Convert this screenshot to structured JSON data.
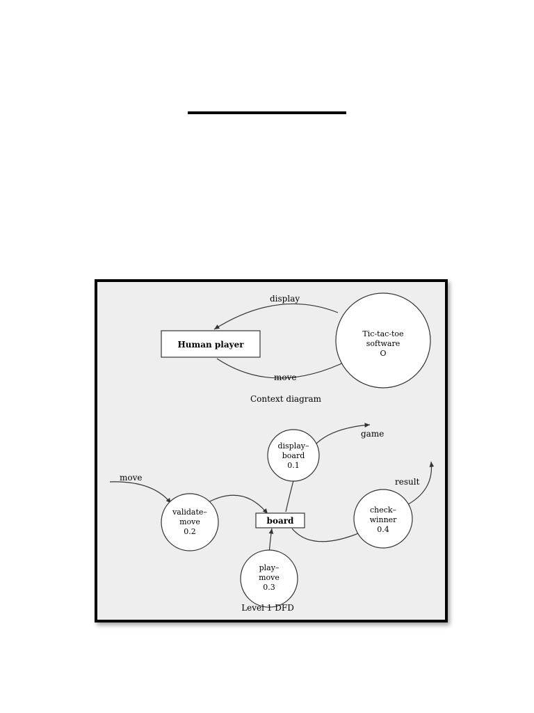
{
  "context_diagram": {
    "external_entity": "Human player",
    "process": {
      "lines": [
        "Tic-tac-toe",
        "software",
        "O"
      ]
    },
    "flows": {
      "top": "display",
      "bottom": "move"
    },
    "caption": "Context diagram"
  },
  "level1": {
    "processes": {
      "display_board": {
        "lines": [
          "display–",
          "board",
          "0.1"
        ]
      },
      "validate_move": {
        "lines": [
          "validate–",
          "move",
          "0.2"
        ]
      },
      "play_move": {
        "lines": [
          "play–",
          "move",
          "0.3"
        ]
      },
      "check_winner": {
        "lines": [
          "check–",
          "winner",
          "0.4"
        ]
      }
    },
    "data_store": "board",
    "flows": {
      "move_in": "move",
      "game_out": "game",
      "result_out": "result"
    },
    "caption": "Level 1 DFD"
  },
  "colors": {
    "figure_background": "#eeeeee",
    "line": "#333333",
    "node_fill": "#ffffff"
  }
}
